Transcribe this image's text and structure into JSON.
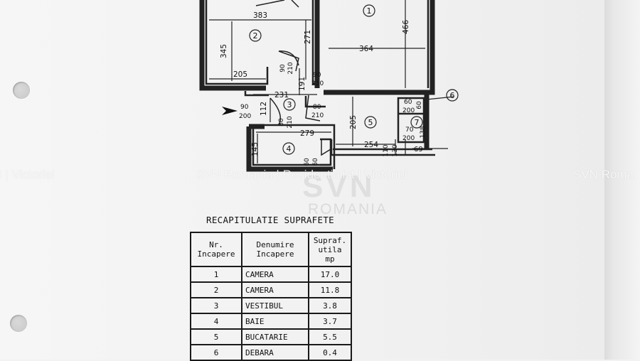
{
  "plan": {
    "dims": [
      "383",
      "345",
      "271",
      "205",
      "364",
      "466",
      "231",
      "191",
      "112",
      "279",
      "145",
      "205",
      "254",
      "110",
      "130",
      "69",
      "138"
    ],
    "doors": [
      "90",
      "210",
      "90",
      "210",
      "90",
      "200",
      "80",
      "210",
      "80",
      "210",
      "60",
      "60",
      "60",
      "200",
      "70",
      "200",
      "60"
    ],
    "room_numbers": [
      "1",
      "2",
      "3",
      "4",
      "5",
      "6",
      "7"
    ]
  },
  "watermark": {
    "text_center": "SVN Romania | Residentialist | Victoriei",
    "text_left": "t | Victoriei",
    "text_right": "SVN Roma",
    "logo_big": "SVN",
    "logo_small": "ROMANIA"
  },
  "recap": {
    "title": "RECAPITULATIE SUPRAFETE",
    "headers": [
      {
        "line1": "Nr.",
        "line2": "Incapere"
      },
      {
        "line1": "Denumire",
        "line2": "Incapere"
      },
      {
        "line1": "Supraf. utila",
        "line2": "mp"
      }
    ],
    "rows": [
      {
        "nr": "1",
        "name": "CAMERA",
        "area": "17.0"
      },
      {
        "nr": "2",
        "name": "CAMERA",
        "area": "11.8"
      },
      {
        "nr": "3",
        "name": "VESTIBUL",
        "area": "3.8"
      },
      {
        "nr": "4",
        "name": "BAIE",
        "area": "3.7"
      },
      {
        "nr": "5",
        "name": "BUCATARIE",
        "area": "5.5"
      },
      {
        "nr": "6",
        "name": "DEBARA",
        "area": "0.4"
      }
    ]
  }
}
